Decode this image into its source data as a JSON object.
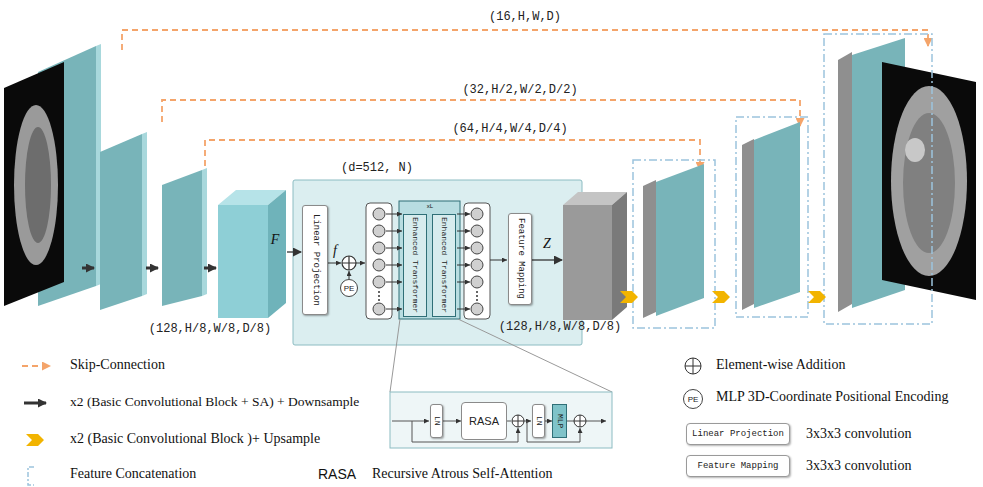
{
  "diagram": {
    "nodes": [
      {
        "text": [
          "(d=512, N)"
        ]
      },
      {
        "text": [
          "Linear Projection"
        ],
        "in": 0
      },
      {
        "text": [
          "PE"
        ],
        "in": 0
      },
      {
        "text": [
          "Enhanced Transformer"
        ],
        "in": 0
      },
      {
        "text": [
          "Enhanced Transformer"
        ],
        "in": 0
      },
      {
        "text": [
          "Feature Mapping"
        ],
        "in": 0
      },
      {
        "text": [
          "LN"
        ]
      },
      {
        "text": [
          "RASA"
        ]
      },
      {
        "text": [
          "LN"
        ]
      },
      {
        "text": [
          "MLP"
        ]
      },
      {
        "text": [
          "PE"
        ]
      },
      {
        "text": [
          "Linear Projection"
        ]
      },
      {
        "text": [
          "Feature Mapping"
        ]
      }
    ],
    "edges": [
      {
        "from": 6,
        "to": 7,
        "arrow": "to"
      },
      {
        "from": 8,
        "to": 9,
        "arrow": "to"
      }
    ],
    "labels": [
      "(16,H,W,D)",
      "(32,H/2,W/2,D/2)",
      "(64,H/4,W/4,D/4)",
      "(128,H/8,W/8,D/8)",
      "(128,H/8,W/8,D/8)",
      "F",
      "f",
      "Z",
      "xL",
      "RASA"
    ],
    "legend": [
      {
        "text": "Skip-Connection"
      },
      {
        "text": "x2 (Basic Convolutional Block + SA) + Downsample"
      },
      {
        "text": "x2 (Basic Convolutional Block )+ Upsample"
      },
      {
        "text": "Feature Concatenation"
      },
      {
        "text": "Recursive Atrous Self-Attention"
      },
      {
        "text": "Element-wise Addition"
      },
      {
        "text": "MLP 3D-Coordinate Positional Encoding"
      },
      {
        "text": "3x3x3 convolution"
      },
      {
        "text": "3x3x3 convolution"
      }
    ]
  }
}
